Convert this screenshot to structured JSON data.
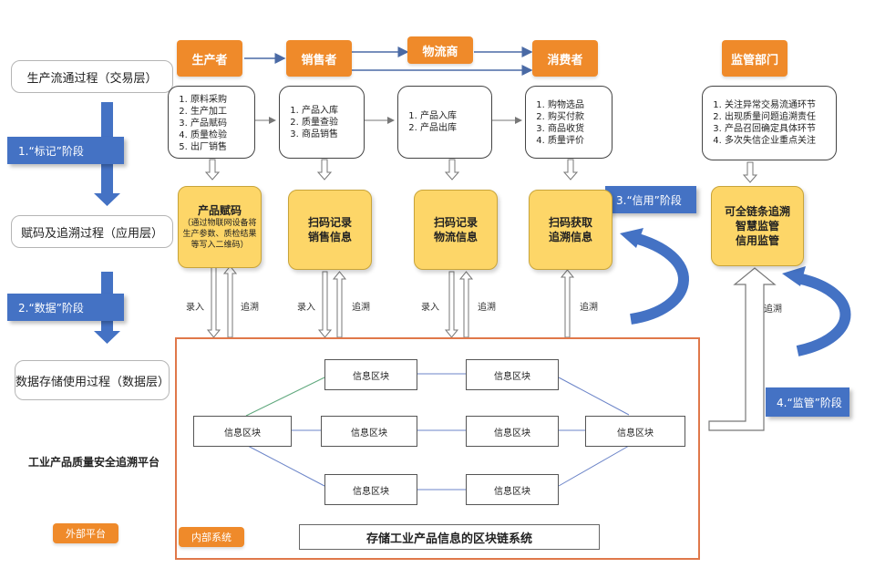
{
  "layers": {
    "trade": "生产流通过程（交易层）",
    "app": "赋码及追溯过程（应用层）",
    "data": "数据存储使用过程（数据层）"
  },
  "stages": {
    "mark": "1.“标记”阶段",
    "data": "2.“数据”阶段",
    "trust": "3.“信用”阶段",
    "supervise": "4.“监管”阶段"
  },
  "actors": {
    "producer": "生产者",
    "seller": "销售者",
    "logistics": "物流商",
    "consumer": "消费者",
    "regulator": "监管部门"
  },
  "lists": {
    "producer": [
      "原料采购",
      "生产加工",
      "产品赋码",
      "质量检验",
      "出厂销售"
    ],
    "seller": [
      "产品入库",
      "质量查验",
      "商品销售"
    ],
    "logistics": [
      "产品入库",
      "产品出库"
    ],
    "consumer": [
      "购物选品",
      "购买付款",
      "商品收货",
      "质量评价"
    ],
    "regulator": [
      "关注异常交易流通环节",
      "出现质量问题追溯责任",
      "产品召回确定具体环节",
      "多次失信企业重点关注"
    ]
  },
  "app_boxes": {
    "producer_title": "产品赋码",
    "producer_note": "（通过物联网设备将生产参数、质检结果等写入二维码）",
    "seller": [
      "扫码记录",
      "销售信息"
    ],
    "logistics": [
      "扫码记录",
      "物流信息"
    ],
    "consumer": [
      "扫码获取",
      "追溯信息"
    ],
    "regulator": [
      "可全链条追溯",
      "智慧监管",
      "信用监管"
    ]
  },
  "flow_labels": {
    "input": "录入",
    "trace": "追溯"
  },
  "block_label": "信息区块",
  "platform_title": "工业产品质量安全追溯平台",
  "external": "外部平台",
  "internal": "内部系统",
  "blockchain_title": "存储工业产品信息的区块链系统",
  "colors": {
    "orange": "#ef8a2a",
    "yellow": "#fdd668",
    "blue": "#4472c4",
    "border_orange": "#e0784a"
  }
}
